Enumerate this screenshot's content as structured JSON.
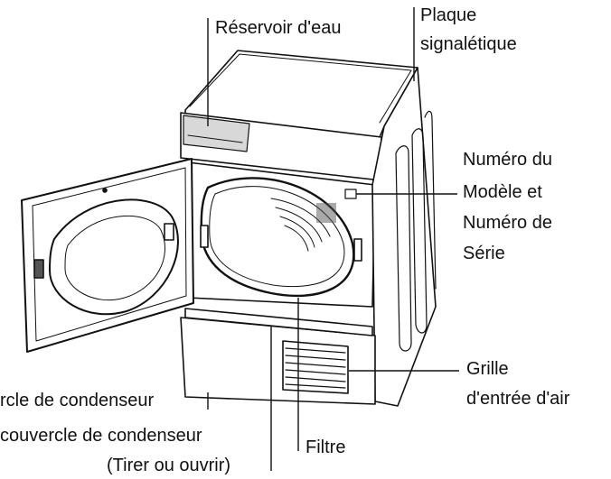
{
  "labels": {
    "water_tank": "Réservoir d'eau",
    "rating_plate_1": "Plaque",
    "rating_plate_2": "signalétique",
    "model_serial_1": "Numéro du",
    "model_serial_2": "Modèle et",
    "model_serial_3": "Numéro de",
    "model_serial_4": "Série",
    "air_grille_1": "Grille",
    "air_grille_2": "d'entrée d'air",
    "condenser_cover": "rcle de condenseur",
    "condenser_lid_1": "couvercle de condenseur",
    "condenser_lid_2": "(Tirer ou ouvrir)",
    "filter": "Filtre"
  },
  "colors": {
    "ink": "#111111",
    "body": "#ffffff",
    "shade": "#d8d8d8",
    "dark": "#555555"
  }
}
